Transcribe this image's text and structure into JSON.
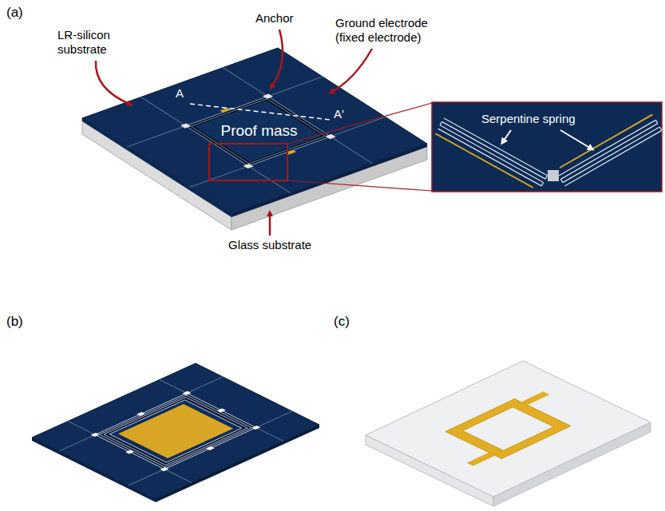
{
  "diagram": {
    "nodes": [
      {
        "text": [
          "Proof mass"
        ]
      },
      {
        "text": [
          "Serpentine spring"
        ]
      }
    ],
    "labels": [
      "(a)",
      "LR-silicon substrate",
      "Anchor",
      "Ground electrode (fixed electrode)",
      "A",
      "A′",
      "Glass substrate",
      "(b)",
      "(c)"
    ]
  }
}
